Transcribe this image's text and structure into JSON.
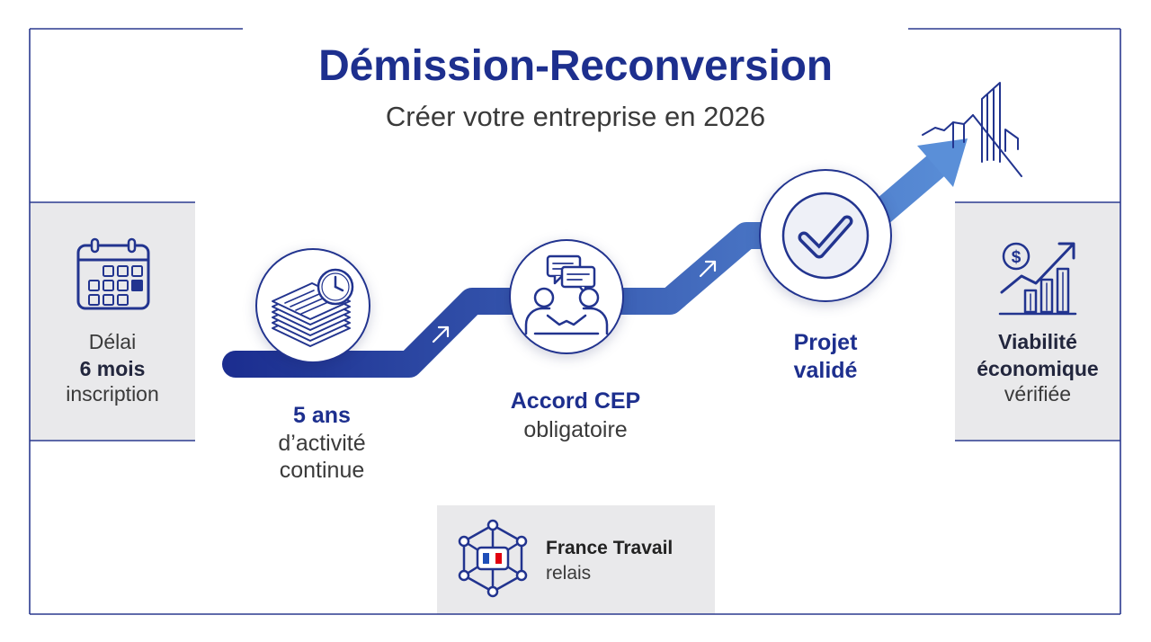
{
  "title": "Démission-Reconversion",
  "subtitle": "Créer votre entreprise en 2026",
  "left_panel": {
    "icon": "calendar-icon",
    "line1": "Délai",
    "line2": "6 mois",
    "line3": "inscription"
  },
  "right_panel": {
    "icon": "finance-growth-icon",
    "line1": "Viabilité",
    "line2": "économique",
    "line3": "vérifiée"
  },
  "steps": [
    {
      "icon": "documents-clock-icon",
      "label_bold": "5 ans",
      "label_line2": "d’activité",
      "label_line3": "continue"
    },
    {
      "icon": "consultation-handshake-icon",
      "label_bold": "Accord CEP",
      "label_line2": "obligatoire"
    },
    {
      "icon": "checkmark-icon",
      "label_bold": "Projet",
      "label_bold2": "validé"
    }
  ],
  "path_markers": [
    "arrow-up-right-icon",
    "arrow-up-right-icon"
  ],
  "decoration": {
    "icon": "skyline-icon"
  },
  "bottom_panel": {
    "icon": "network-flag-icon",
    "title": "France Travail",
    "subtitle": "relais"
  },
  "colors": {
    "title_navy": "#1d2f8e",
    "icon_navy": "#22348f",
    "frame_line": "#2b3a8f",
    "path_start": "#1b2d8f",
    "path_end": "#5a8fd8",
    "panel_gray": "#e9e9eb",
    "text_gray": "#3a3a3a",
    "text_dark": "#22263d"
  }
}
